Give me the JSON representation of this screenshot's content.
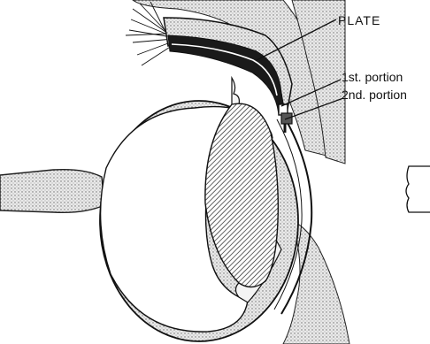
{
  "labels": {
    "plate": "PLATE",
    "first_portion": "1st. portion",
    "second_portion": "2nd. portion"
  },
  "colors": {
    "ink": "#111111",
    "paper": "#ffffff",
    "stipple": "#c4c4c4"
  }
}
